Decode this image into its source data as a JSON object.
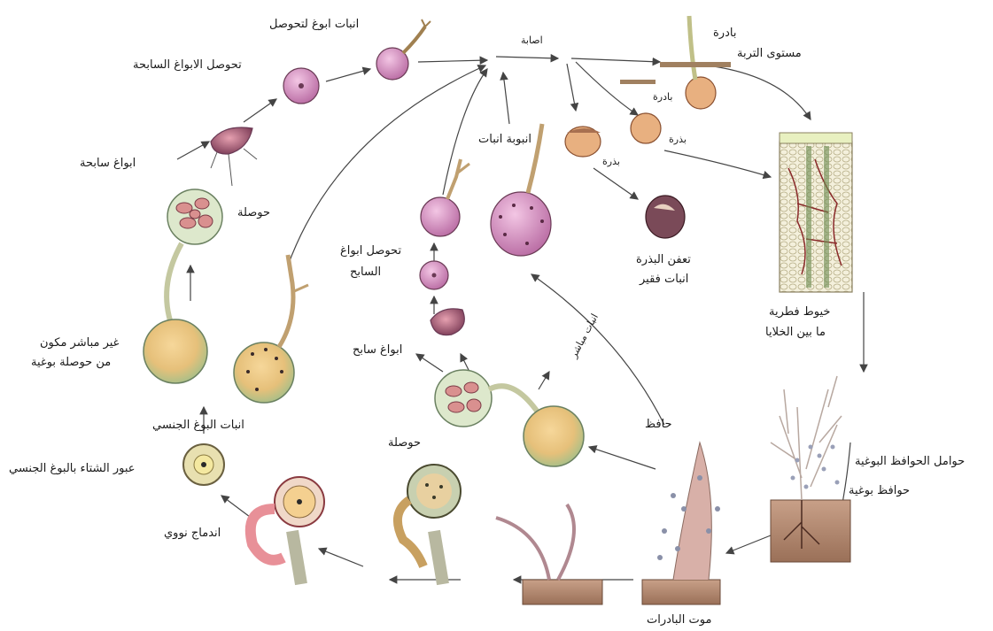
{
  "labels": {
    "germination_to_cyst": "انبات ابوغ لتحوصل",
    "swimming_spore_cyst": "تحوصل الابواغ السابحة",
    "infection": "اصابة",
    "seedling": "بادرة",
    "soil_level": "مستوى التربة",
    "seedling_2": "بادرة",
    "seed": "بذرة",
    "seed_2": "بذرة",
    "germ_tube": "انبوبة انبات",
    "swimming_spores": "ابواغ سابحة",
    "vesicle_1": "حوصلة",
    "cyst_swimming_spore_1": "تحوصل ابواغ",
    "cyst_swimming_spore_2": "السابح",
    "seed_rot_1": "تعفن البذرة",
    "seed_rot_2": "انبات فقير",
    "intercellular_hyphae_1": "خيوط فطرية",
    "intercellular_hyphae_2": "ما بين الخلايا",
    "indirect_1": "غير مباشر مكون",
    "indirect_2": "من حوصلة بوغية",
    "swimming_spores_2": "ابواغ سابح",
    "direct_germination": "انبات مباشر",
    "oospore_germination": "انبات البوغ الجنسي",
    "sporangium": "حافظ",
    "sporangiophores": "حوامل الحوافظ البوغية",
    "sporangia": "حوافظ بوغية",
    "overwintering": "عبور الشتاء بالبوغ الجنسي",
    "vesicle_2": "حوصلة",
    "nuclear_fusion": "اندماج نووي",
    "seedling_death": "موت البادرات"
  }
}
